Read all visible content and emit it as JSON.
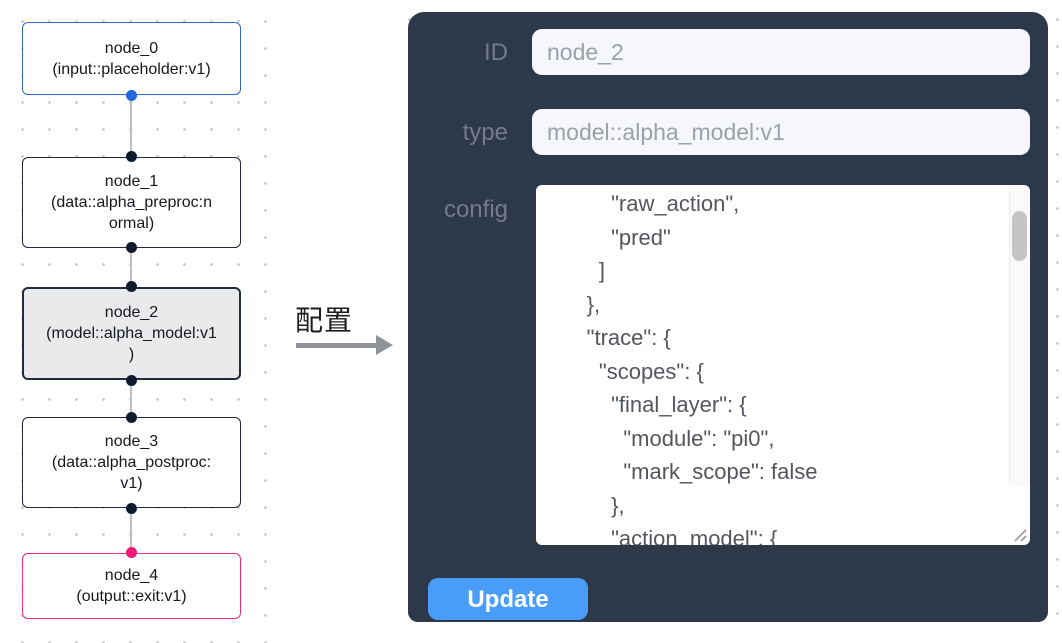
{
  "graph": {
    "nodes": [
      {
        "lines": [
          "node_0",
          "(input::placeholder:v1)"
        ]
      },
      {
        "lines": [
          "node_1",
          "(data::alpha_preproc:n",
          "ormal)"
        ]
      },
      {
        "lines": [
          "node_2",
          "(model::alpha_model:v1",
          ")"
        ]
      },
      {
        "lines": [
          "node_3",
          "(data::alpha_postproc:",
          "v1)"
        ]
      },
      {
        "lines": [
          "node_4",
          "(output::exit:v1)"
        ]
      }
    ]
  },
  "annotation": {
    "label": "配置"
  },
  "panel": {
    "id_label": "ID",
    "id_value": "node_2",
    "type_label": "type",
    "type_value": "model::alpha_model:v1",
    "config_label": "config",
    "config_text": "          \"raw_action\",\n          \"pred\"\n        ]\n      },\n      \"trace\": {\n        \"scopes\": {\n          \"final_layer\": {\n            \"module\": \"pi0\",\n            \"mark_scope\": false\n          },\n          \"action_model\": {",
    "update_label": "Update"
  },
  "colors": {
    "panel_bg": "#2d3848",
    "accent_blue": "#2e68cd",
    "accent_pink": "#ed2d7d",
    "node_border_dark": "#202840",
    "button_bg": "#499df8",
    "edge": "#bdbfc3",
    "grid_dot": "#c9cbcf"
  }
}
